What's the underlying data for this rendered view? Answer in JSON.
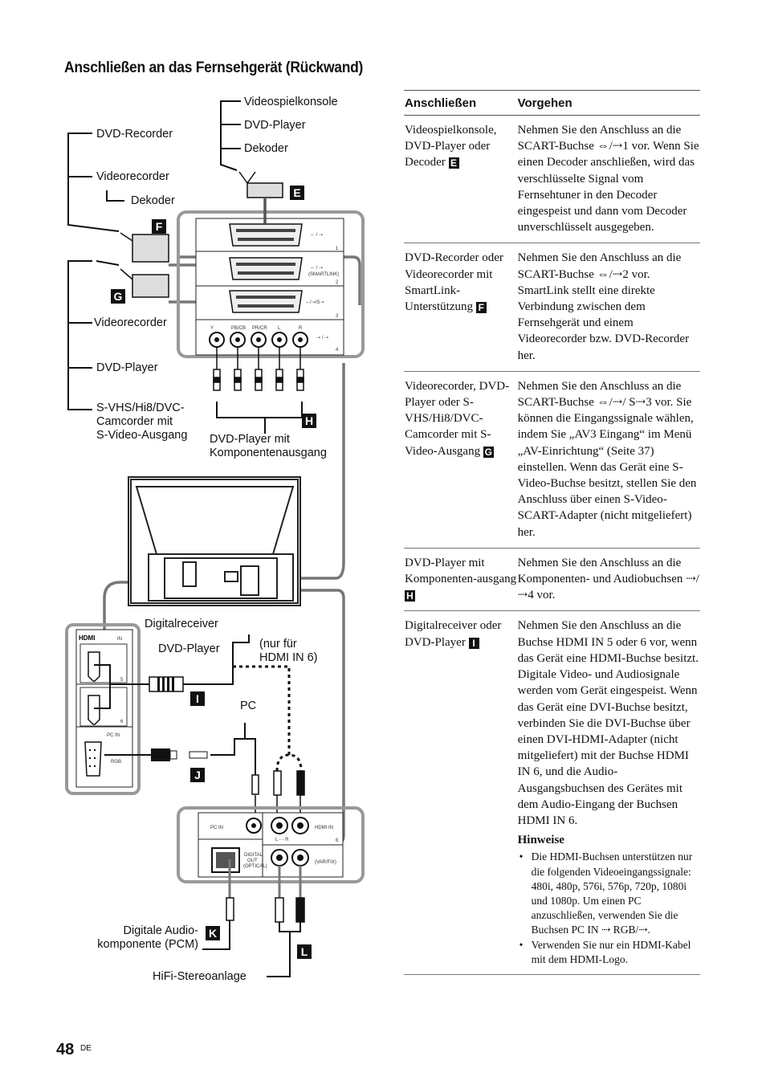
{
  "title": "Anschließen an das Fernsehgerät (Rückwand)",
  "page": {
    "number": "48",
    "lang": "DE"
  },
  "diagram": {
    "labels": {
      "spielkonsole": "Videospielkonsole",
      "dvd_e": "DVD-Player",
      "dekoder_e": "Dekoder",
      "dvd_recorder": "DVD-Recorder",
      "videorecorder_f": "Videorecorder",
      "dekoder_f": "Dekoder",
      "videorecorder_g": "Videorecorder",
      "dvd_g": "DVD-Player",
      "svhs_1": "S-VHS/Hi8/DVC-",
      "svhs_2": "Camcorder mit",
      "svhs_3": "S-Video-Ausgang",
      "dvd_h_1": "DVD-Player mit",
      "dvd_h_2": "Komponentenausgang",
      "digitalreceiver": "Digitalreceiver",
      "dvd_i": "DVD-Player",
      "nur_fuer_1": "(nur für",
      "nur_fuer_2": "HDMI IN 6)",
      "pc": "PC",
      "audio_1": "Digitale Audio-",
      "audio_2": "komponente (PCM)",
      "hifi": "HiFi-Stereoanlage"
    },
    "badges": {
      "e": "E",
      "f": "F",
      "g": "G",
      "h": "H",
      "i": "I",
      "j": "J",
      "k": "K",
      "l": "L"
    },
    "panel_text": {
      "hdmi_logo": "HDMI",
      "in": "IN",
      "port5": "5",
      "port6": "6",
      "pc_in": "PC IN",
      "rgb": "RGB",
      "y": "Y",
      "pb": "PB/CB",
      "pr": "PR/CR",
      "l": "L",
      "r": "R",
      "smartlink": "(SMARTLINK)",
      "n1": "1",
      "n2": "2",
      "n3": "3",
      "n4": "4",
      "pc_in_audio": "PC IN",
      "hdmi_in": "HDMI IN",
      "lr": "L - - R",
      "digital_out_1": "DIGITAL",
      "digital_out_2": "OUT",
      "digital_out_3": "(OPTICAL)",
      "var_fix": "(VAR/FIX)"
    }
  },
  "table": {
    "head": {
      "col1": "Anschließen",
      "col2": "Vorgehen"
    },
    "rows": [
      {
        "c1": "Videospielkonsole, DVD-Player oder Decoder",
        "badge": "E",
        "c2_pre": "Nehmen Sie den Anschluss an die SCART-Buchse",
        "c2_sym": "⇔/⇢",
        "c2_post": "1 vor. Wenn Sie einen Decoder anschließen, wird das verschlüsselte Signal vom Fernsehtuner in den Decoder eingespeist und dann vom Decoder unverschlüsselt ausgegeben."
      },
      {
        "c1": "DVD-Recorder oder Videorecorder mit SmartLink-Unterstützung",
        "badge": "F",
        "c2_pre": "Nehmen Sie den Anschluss an die SCART-Buchse",
        "c2_sym": "⇔/⇢",
        "c2_post": "2 vor. SmartLink stellt eine direkte Verbindung zwischen dem Fernsehgerät und einem Videorecorder bzw. DVD-Recorder her."
      },
      {
        "c1": "Videorecorder, DVD-Player oder S-VHS/Hi8/DVC-Camcorder mit S-Video-Ausgang",
        "badge": "G",
        "c2_pre": "Nehmen Sie den Anschluss an die SCART-Buchse",
        "c2_sym": "⇔/⇢/ S⇢",
        "c2_post": "3 vor. Sie können die Eingangssignale wählen, indem Sie „AV3 Eingang“ im Menü „AV-Einrichtung“ (Seite 37) einstellen. Wenn das Gerät eine S-Video-Buchse besitzt, stellen Sie den Anschluss über einen S-Video-SCART-Adapter (nicht mitgeliefert) her."
      },
      {
        "c1": "DVD-Player mit Komponenten-ausgang",
        "badge": "H",
        "c2_pre": "Nehmen Sie den Anschluss an die Komponenten- und Audiobuchsen",
        "c2_sym": "⇢/⇢",
        "c2_post": "4 vor."
      },
      {
        "c1": "Digitalreceiver oder DVD-Player",
        "badge": "I",
        "c2_pre": "",
        "c2_sym": "",
        "c2_post": "Nehmen Sie den Anschluss an die Buchse HDMI IN 5 oder 6 vor, wenn das Gerät eine HDMI-Buchse besitzt. Digitale Video- und Audiosignale werden vom Gerät eingespeist. Wenn das Gerät eine DVI-Buchse besitzt, verbinden Sie die DVI-Buchse über einen DVI-HDMI-Adapter (nicht mitgeliefert) mit der Buchse HDMI IN 6, und die Audio-Ausgangsbuchsen des Gerätes mit dem Audio-Eingang der Buchsen HDMI IN 6."
      }
    ],
    "hinweise_title": "Hinweise",
    "hinweise": [
      "Die HDMI-Buchsen unterstützen nur die folgenden Videoeingangssignale: 480i, 480p, 576i, 576p, 720p, 1080i und 1080p. Um einen PC anzuschließen, verwenden Sie die Buchsen PC IN ⇢ RGB/⇢.",
      "Verwenden Sie nur ein HDMI-Kabel mit dem HDMI-Logo."
    ]
  }
}
